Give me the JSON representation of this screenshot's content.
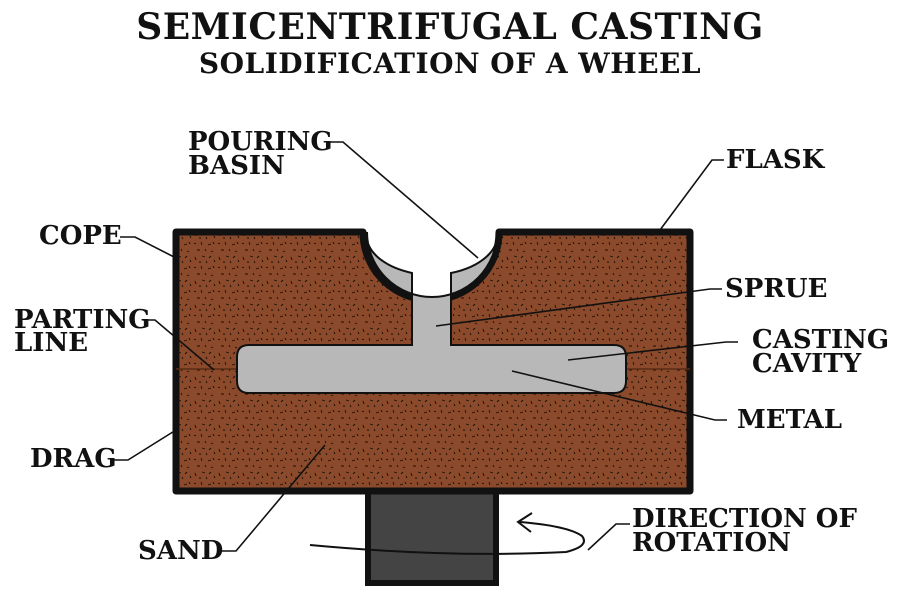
{
  "title": "SEMICENTRIFUGAL CASTING",
  "subtitle": "SOLIDIFICATION OF A WHEEL",
  "labels": {
    "pouring_basin_1": "POURING",
    "pouring_basin_2": "BASIN",
    "flask": "FLASK",
    "cope": "COPE",
    "sprue": "SPRUE",
    "parting_line_1": "PARTING",
    "parting_line_2": "LINE",
    "casting_cavity_1": "CASTING",
    "casting_cavity_2": "CAVITY",
    "metal": "METAL",
    "drag": "DRAG",
    "sand": "SAND",
    "direction_1": "DIRECTION OF",
    "direction_2": "ROTATION"
  },
  "colors": {
    "sand": "#8b4a2b",
    "metal": "#b8b8b8",
    "shaft": "#444444",
    "outline": "#111111"
  }
}
